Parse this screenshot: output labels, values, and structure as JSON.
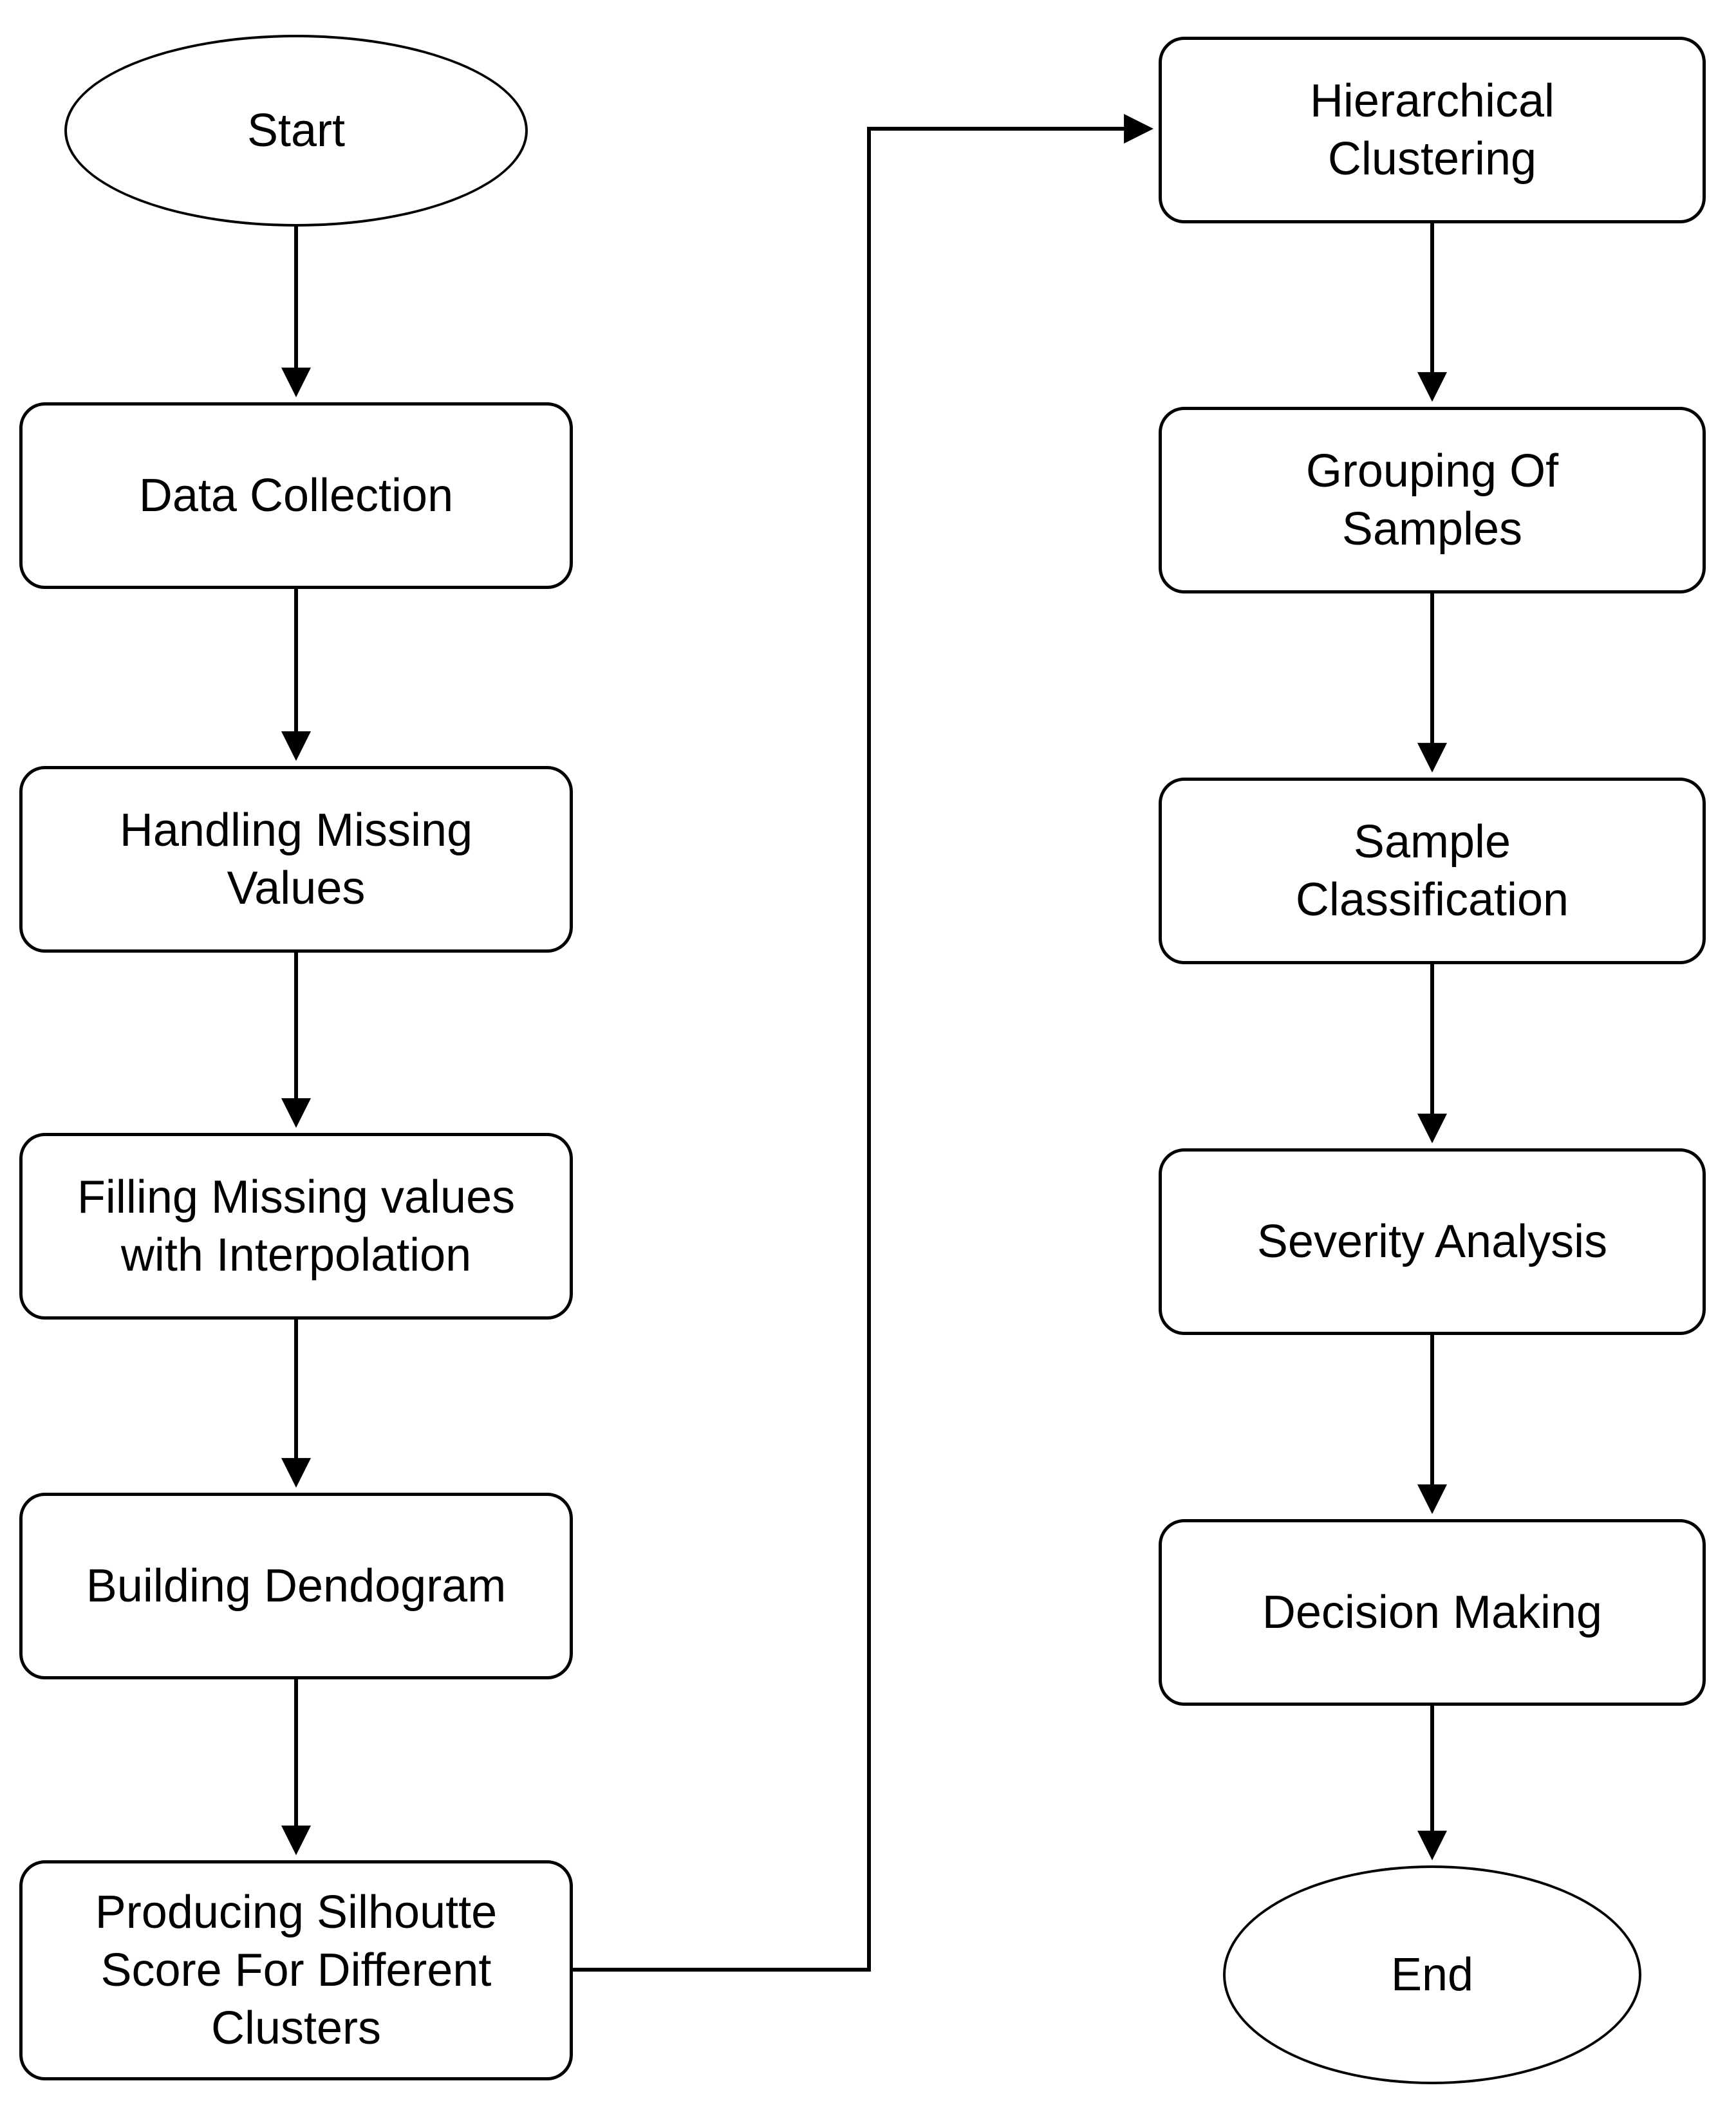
{
  "diagram": {
    "title": "Flowchart",
    "colors": {
      "background": "#ffffff",
      "node_fill": "#ffffff",
      "stroke": "#000000",
      "text": "#000000"
    },
    "nodes": {
      "start": {
        "shape": "terminator",
        "label": "Start"
      },
      "data_collection": {
        "shape": "process",
        "label": "Data Collection"
      },
      "handling_missing": {
        "shape": "process",
        "label": "Handling Missing\nValues"
      },
      "filling_missing": {
        "shape": "process",
        "label": "Filling Missing values\nwith Interpolation"
      },
      "building_dendogram": {
        "shape": "process",
        "label": "Building Dendogram"
      },
      "producing_silhoutte": {
        "shape": "process",
        "label": "Producing Silhoutte\nScore For Different\nClusters"
      },
      "hierarchical_clustering": {
        "shape": "process",
        "label": "Hierarchical\nClustering"
      },
      "grouping_of_samples": {
        "shape": "process",
        "label": "Grouping Of\nSamples"
      },
      "sample_classification": {
        "shape": "process",
        "label": "Sample\nClassification"
      },
      "severity_analysis": {
        "shape": "process",
        "label": "Severity Analysis"
      },
      "decision_making": {
        "shape": "process",
        "label": "Decision Making"
      },
      "end": {
        "shape": "terminator",
        "label": "End"
      }
    },
    "edges": [
      {
        "from": "start",
        "to": "data_collection"
      },
      {
        "from": "data_collection",
        "to": "handling_missing"
      },
      {
        "from": "handling_missing",
        "to": "filling_missing"
      },
      {
        "from": "filling_missing",
        "to": "building_dendogram"
      },
      {
        "from": "building_dendogram",
        "to": "producing_silhoutte"
      },
      {
        "from": "producing_silhoutte",
        "to": "hierarchical_clustering"
      },
      {
        "from": "hierarchical_clustering",
        "to": "grouping_of_samples"
      },
      {
        "from": "grouping_of_samples",
        "to": "sample_classification"
      },
      {
        "from": "sample_classification",
        "to": "severity_analysis"
      },
      {
        "from": "severity_analysis",
        "to": "decision_making"
      },
      {
        "from": "decision_making",
        "to": "end"
      }
    ]
  }
}
